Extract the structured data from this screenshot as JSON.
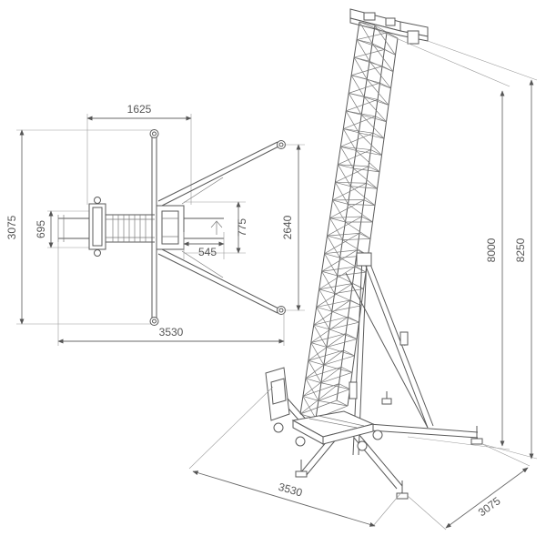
{
  "diagram": {
    "top_view": {
      "dim_width_top": "1625",
      "dim_height_left": "3075",
      "dim_small_left": "695",
      "dim_small_right": "775",
      "dim_offset": "545",
      "dim_arm_span": "2640",
      "dim_width_bottom": "3530"
    },
    "iso_view": {
      "dim_height_inner": "8000",
      "dim_height_outer": "8250",
      "dim_base_length": "3530",
      "dim_base_depth": "3075"
    },
    "colors": {
      "line": "#5a5a5a",
      "text": "#555555",
      "background": "#ffffff"
    }
  }
}
